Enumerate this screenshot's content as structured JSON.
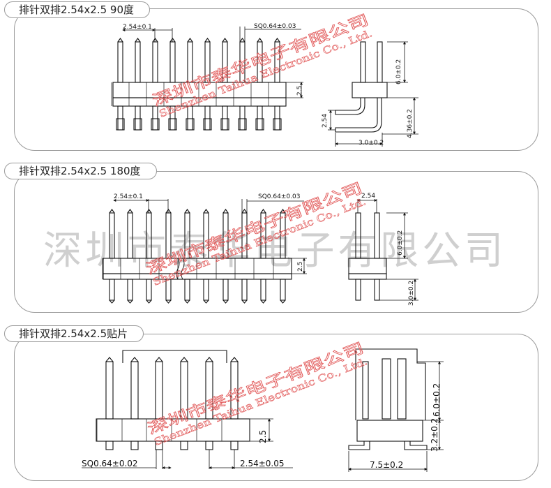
{
  "sections": [
    {
      "title": "排针双排2.54x2.5 90度",
      "dims": {
        "pitch": "2.54±0.1",
        "pin_square": "SQ0.64±0.03",
        "plastic_height": "2.5",
        "top_length": "6.0±0.2",
        "bottom_length": "4.36±0.2",
        "row_pitch": "2.54",
        "bend_width": "3.0±0.2"
      }
    },
    {
      "title": "排针双排2.54x2.5 180度",
      "dims": {
        "pitch": "2.54±0.1",
        "pin_square": "SQ0.64±0.03",
        "plastic_height": "2.5",
        "row_pitch": "2.54",
        "top_length": "6.0±0.2",
        "bottom_length": "3.0±0.2"
      }
    },
    {
      "title": "排针双排2.54x2.5贴片",
      "dims": {
        "pin_square": "SQ0.64±0.02",
        "plastic_height": "2.5",
        "pitch": "2.54±0.05",
        "top_length": "6.0±0.2",
        "foot_height": "3.2±0.2",
        "overall_width": "7.5±0.2"
      }
    }
  ],
  "watermark": {
    "company_cn": "深圳市泰华电子有限公司",
    "company_en": "Shenzhen Taihua Electronic Co., Ltd.",
    "color": "#e25b5b",
    "big_color": "#cfcfcf"
  }
}
